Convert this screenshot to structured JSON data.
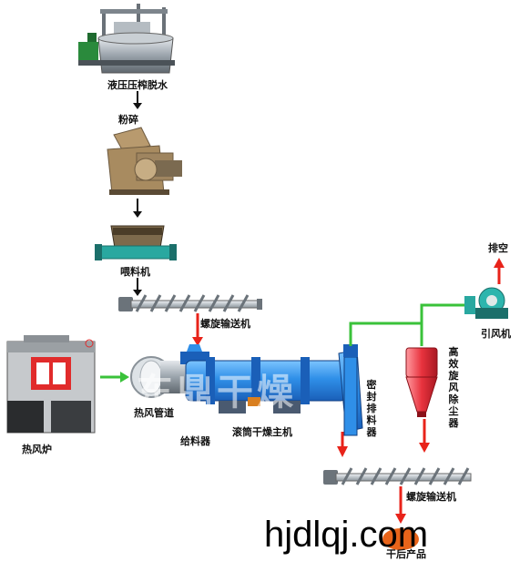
{
  "colors": {
    "drum": "#2f8fe8",
    "drum_dark": "#1a5fb8",
    "pipe_green": "#3ac23a",
    "arrow_red": "#e8231a",
    "arrow_black": "#111111",
    "steel": "#9aa3ab"
  },
  "labels": {
    "press": "液压压榨脱水",
    "crush": "粉碎",
    "feeder": "喂料机",
    "screw1": "螺旋输送机",
    "hot_air_pipe": "热风管道",
    "hot_air_furnace": "热风炉",
    "feeding_device": "给料器",
    "drum_dryer": "滚筒干燥主机",
    "sealed_discharge": "密封排料器",
    "cyclone": "高效旋风除尘器",
    "fan": "引风机",
    "exhaust": "排空",
    "screw2": "螺旋输送机",
    "product": "干后产品"
  },
  "watermark": "东鼎干燥",
  "website": "hjdlqj.com",
  "icons": [
    "hydraulic-press-icon",
    "crusher-icon",
    "hopper-feeder-icon",
    "screw-conveyor-icon",
    "hot-air-furnace-icon",
    "rotary-drum-icon",
    "cyclone-icon",
    "fan-icon"
  ]
}
